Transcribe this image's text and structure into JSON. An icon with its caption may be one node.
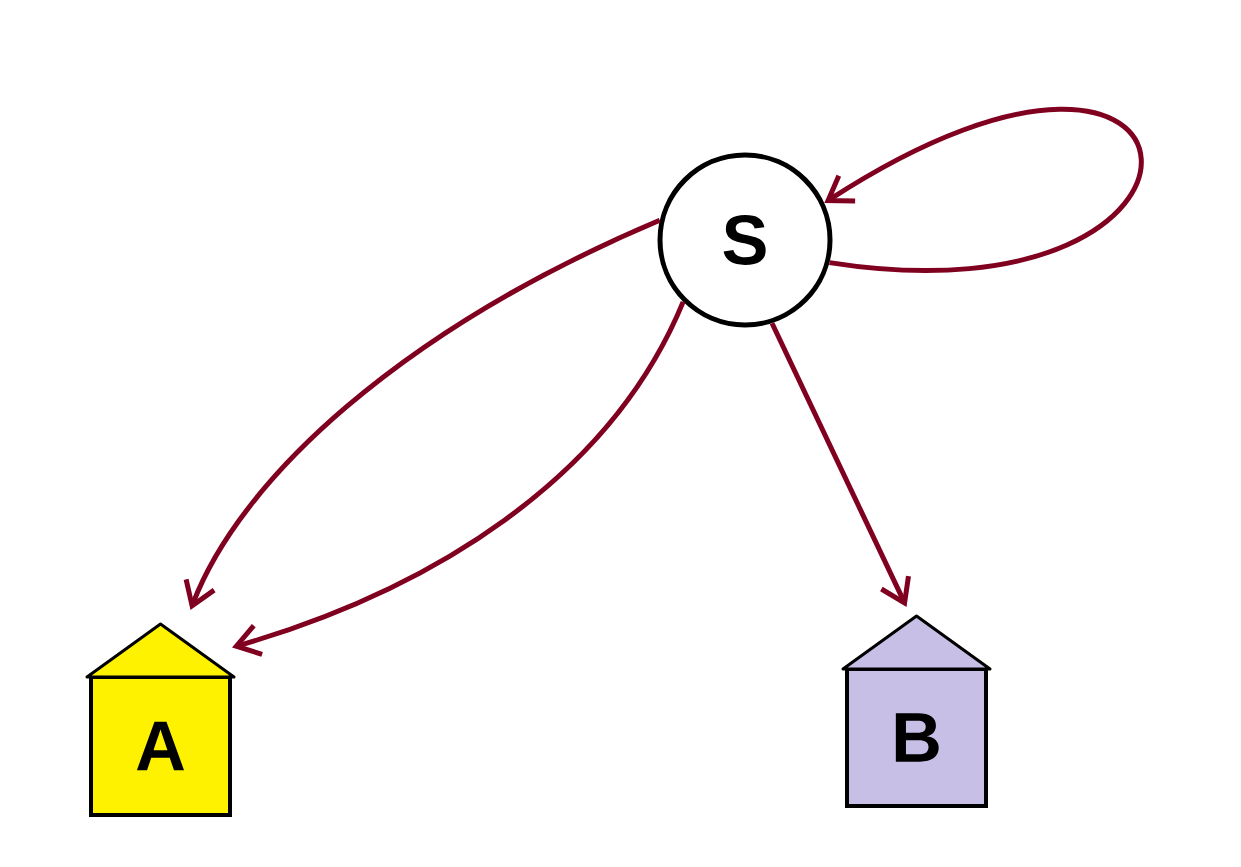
{
  "diagram": {
    "nodes": [
      {
        "text": [
          "S"
        ]
      },
      {
        "text": [
          "A"
        ]
      },
      {
        "text": [
          "B"
        ]
      }
    ],
    "edges": [
      {
        "from": 0,
        "to": 0,
        "arrow": "to"
      },
      {
        "from": 0,
        "to": 1,
        "arrow": "to"
      },
      {
        "from": 0,
        "to": 1,
        "arrow": "to"
      },
      {
        "from": 0,
        "to": 2,
        "arrow": "to"
      }
    ]
  }
}
